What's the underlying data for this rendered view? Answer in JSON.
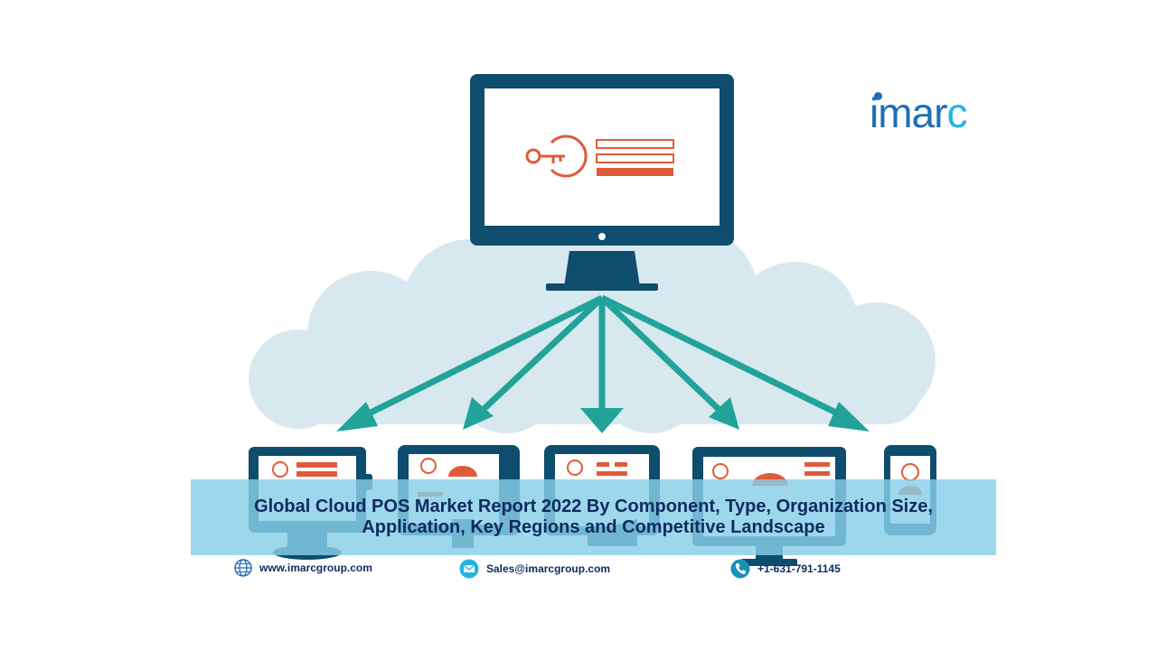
{
  "brand": {
    "logo_text_main": "imar",
    "logo_text_accent": "c",
    "colors": {
      "primary": "#1d6fb8",
      "accent": "#22b5e2",
      "navy": "#0f2a5e",
      "teal": "#21a39a",
      "orange": "#e05a3a"
    }
  },
  "banner": {
    "title": "Global Cloud POS Market Report 2022 By Component, Type, Organization Size, Application, Key Regions and Competitive Landscape"
  },
  "contacts": {
    "website": "www.imarcgroup.com",
    "email": "Sales@imarcgroup.com",
    "phone": "+1-631-791-1145"
  },
  "icons": [
    "key-lock-icon",
    "globe-icon",
    "email-icon",
    "phone-icon"
  ]
}
